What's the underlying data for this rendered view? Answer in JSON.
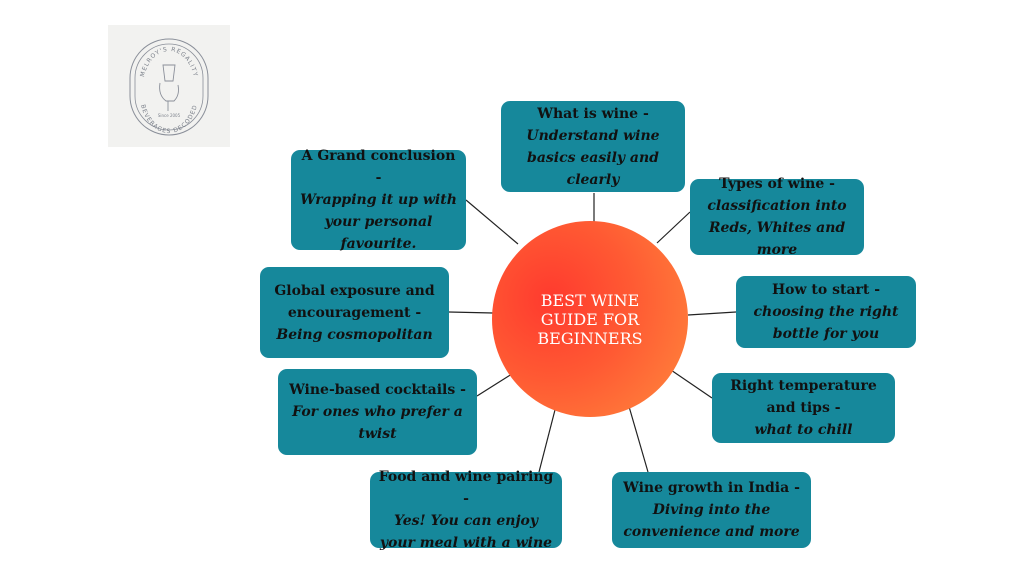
{
  "logo": {
    "ring_top": "MELROY'S REGALITY",
    "ring_bottom": "BEVERAGES DECODED",
    "since": "Since 2005"
  },
  "center": {
    "lines": [
      "BEST WINE",
      "GUIDE FOR",
      "BEGINNERS"
    ]
  },
  "nodes": [
    {
      "title": "What is wine -",
      "subtitle": "Understand wine basics easily and clearly"
    },
    {
      "title": "Types of wine -",
      "subtitle": "classification into Reds, Whites and more"
    },
    {
      "title": "How to start -",
      "subtitle": "choosing the right bottle for you"
    },
    {
      "title": "Right temperature and tips -",
      "subtitle": "what to chill"
    },
    {
      "title": "Wine growth in India -",
      "subtitle": "Diving into the convenience and more"
    },
    {
      "title": "Food and wine pairing -",
      "subtitle": "Yes! You can enjoy your meal with a wine"
    },
    {
      "title": "Wine-based cocktails -",
      "subtitle": "For ones who prefer a twist"
    },
    {
      "title": "Global exposure and encouragement -",
      "subtitle": "Being cosmopolitan"
    },
    {
      "title": "A Grand conclusion -",
      "subtitle": "Wrapping it up with your personal favourite."
    }
  ],
  "colors": {
    "node_fill": "#16889b",
    "center_gradient_start": "#ff3a2e",
    "center_gradient_end": "#ff8a3d",
    "connector": "#222222"
  }
}
